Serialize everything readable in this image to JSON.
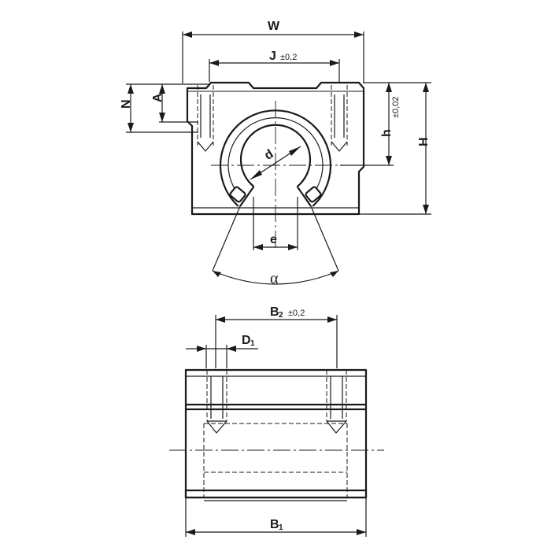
{
  "front_view": {
    "labels": {
      "W": "W",
      "J": "J",
      "J_tol": "±0,2",
      "N": "N",
      "A": "A",
      "h": "h",
      "h_tol": "±0,02",
      "H": "H",
      "d": "d",
      "e": "e",
      "alpha": "α"
    }
  },
  "side_view": {
    "labels": {
      "B2": "B",
      "B2_sub": "2",
      "B2_tol": "±0,2",
      "D1": "D",
      "D1_sub": "1",
      "B1": "B",
      "B1_sub": "1"
    }
  }
}
